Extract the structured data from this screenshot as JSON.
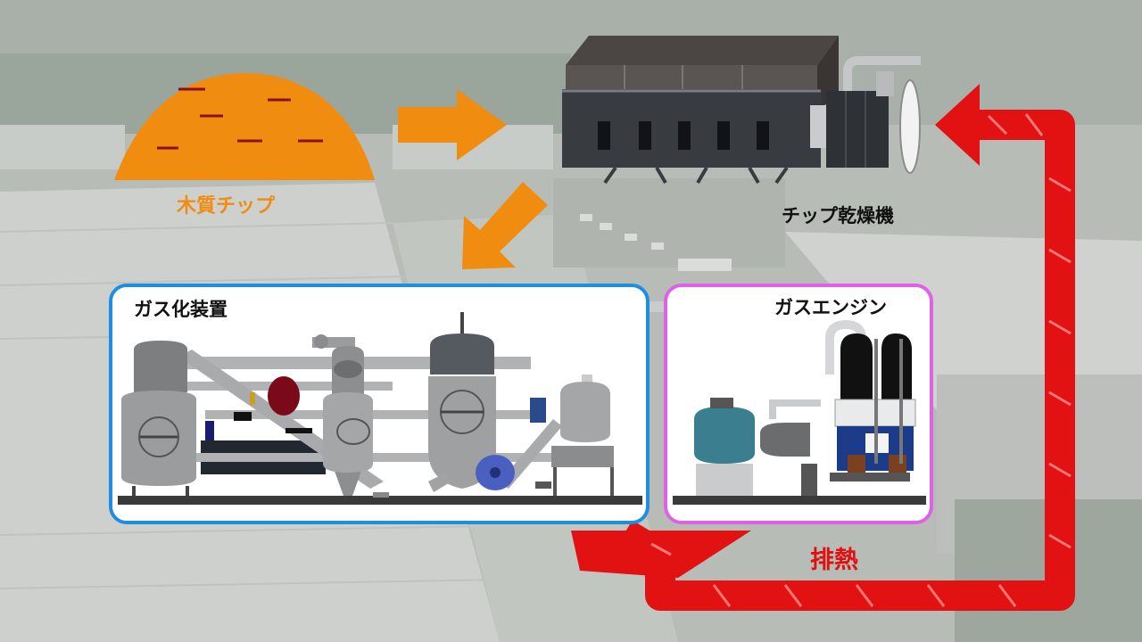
{
  "diagram": {
    "wood_chip_label": "木質チップ",
    "dryer_label": "チップ乾燥機",
    "gasifier_label": "ガス化装置",
    "engine_label": "ガスエンジン",
    "exhaust_heat_label": "排熱"
  },
  "colors": {
    "chip_orange": "#f08c10",
    "gasifier_border": "#1e8fe0",
    "engine_border": "#e060e8",
    "heat_red": "#e01010"
  }
}
